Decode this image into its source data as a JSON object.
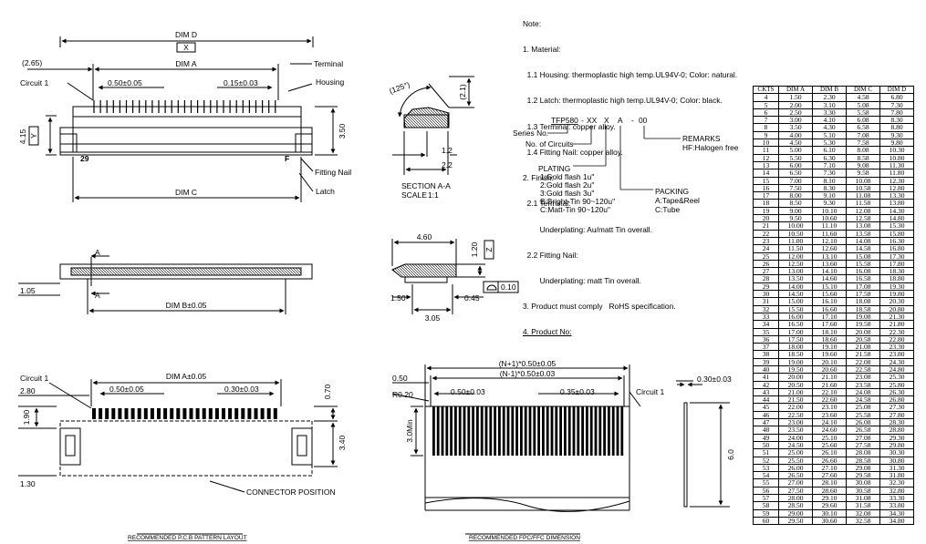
{
  "notes": {
    "lines": [
      "Note:",
      "1. Material:",
      "  1.1 Housing: thermoplastic high temp.UL94V-0; Color: natural.",
      "  1.2 Latch: thermoplastic high temp.UL94V-0; Color: black.",
      "  1.3 Terminal: copper alloy.",
      "  1.4 Fitting Nail: copper alloy.",
      "2. Finish:",
      "  2.1 Terminal:",
      "        Underplating: Au/matt Tin overall.",
      "  2.2 Fitting Nail:",
      "        Underplating: matt Tin overall.",
      "3. Product must comply   RoHS specification.",
      "4. Product No:"
    ]
  },
  "part_number": {
    "prefix": "TFP580",
    "sep1": "-",
    "circuits": "XX",
    "plating": "X",
    "packing": "A",
    "sep2": "-",
    "remarks": "00",
    "series_label": "Series No.",
    "circuits_label": "No. of Circuits",
    "remarks_label": "REMARKS",
    "remarks_value": "HF:Halogen free",
    "plating_title": "PLATING",
    "plating_options": [
      "1:Gold flash 1u\"",
      "2:Gold flash 2u\"",
      "3:Gold flash 3u\"",
      "B:Bright-Tin 90~120u\"",
      "C:Matt-Tin 90~120u\""
    ],
    "packing_title": "PACKING",
    "packing_options": [
      "A:Tape&Reel",
      "C:Tube"
    ]
  },
  "top_view": {
    "dim_d": "DIM D",
    "x_box": "X",
    "dim_a": "DIM A",
    "dim_c": "DIM C",
    "offset": "(2.65)",
    "pitch": "0.50±0.05",
    "tol": "0.15±0.03",
    "height": "3.50",
    "y_box": "Y",
    "y_dim": "4.15",
    "circuit1": "Circuit 1",
    "terminal": "Terminal",
    "housing": "Housing",
    "fitting_nail": "Fitting Nail",
    "latch": "Latch",
    "pin_first": "29",
    "pin_last": "F"
  },
  "section_view": {
    "angle": "(125°)",
    "dim_21": "(2.1)",
    "dim_12": "1.2",
    "dim_22": "2.2",
    "title": "SECTION A-A",
    "scale_label": "SCALE",
    "scale_value": "1:1"
  },
  "front_view": {
    "cut_a": "A",
    "dim_b": "DIM B±0.05",
    "dim_105": "1.05"
  },
  "side_view": {
    "dim_460": "4.60",
    "dim_120": "1.20",
    "z_box": "Z",
    "dim_150": "1.50",
    "dim_305": "3.05",
    "dim_045": "0.45",
    "flat_tol": "0.10"
  },
  "pcb_layout": {
    "circuit1": "Circuit 1",
    "dim_a": "DIM A±0.05",
    "pitch": "0.50±0.05",
    "pad_w": "0.30±0.03",
    "dim_280": "2.80",
    "dim_070": "0.70",
    "dim_190": "1.90",
    "dim_340": "3.40",
    "dim_130": "1.30",
    "connector_position": "CONNECTOR POSITION",
    "caption": "RECOMMENDED P.C.B PATTERN LAYOUT"
  },
  "fpc_view": {
    "n_plus": "(N+1)*0.50±0.05",
    "n_minus": "(N-1)*0.50±0.03",
    "dim_050": "0.50",
    "r_020": "R0.20",
    "pitch": "0.50±0.03",
    "lead_w": "0.35±0.03",
    "circuit1": "Circuit 1",
    "min_len": "3.0Min",
    "thickness": "0.30±0.03",
    "length": "6.0",
    "caption": "RECOMMENDED FPC/FFC DIMENSION"
  },
  "dim_table": {
    "headers": [
      "CKTS",
      "DIM A",
      "DIM B",
      "DIM C",
      "DIM D"
    ],
    "rows": [
      [
        "4",
        "1.50",
        "2.30",
        "4.58",
        "6.80"
      ],
      [
        "5",
        "2.00",
        "3.10",
        "5.08",
        "7.30"
      ],
      [
        "6",
        "2.50",
        "3.30",
        "5.58",
        "7.80"
      ],
      [
        "7",
        "3.00",
        "4.10",
        "6.08",
        "8.30"
      ],
      [
        "8",
        "3.50",
        "4.30",
        "6.58",
        "8.80"
      ],
      [
        "9",
        "4.00",
        "5.10",
        "7.08",
        "9.30"
      ],
      [
        "10",
        "4.50",
        "5.30",
        "7.58",
        "9.80"
      ],
      [
        "11",
        "5.00",
        "6.10",
        "8.08",
        "10.30"
      ],
      [
        "12",
        "5.50",
        "6.30",
        "8.58",
        "10.80"
      ],
      [
        "13",
        "6.00",
        "7.10",
        "9.08",
        "11.30"
      ],
      [
        "14",
        "6.50",
        "7.30",
        "9.58",
        "11.80"
      ],
      [
        "15",
        "7.00",
        "8.10",
        "10.08",
        "12.30"
      ],
      [
        "16",
        "7.50",
        "8.30",
        "10.58",
        "12.80"
      ],
      [
        "17",
        "8.00",
        "9.10",
        "11.08",
        "13.30"
      ],
      [
        "18",
        "8.50",
        "9.30",
        "11.58",
        "13.80"
      ],
      [
        "19",
        "9.00",
        "10.10",
        "12.08",
        "14.30"
      ],
      [
        "20",
        "9.50",
        "10.60",
        "12.58",
        "14.80"
      ],
      [
        "21",
        "10.00",
        "11.10",
        "13.08",
        "15.30"
      ],
      [
        "22",
        "10.50",
        "11.60",
        "13.58",
        "15.80"
      ],
      [
        "23",
        "11.00",
        "12.10",
        "14.08",
        "16.30"
      ],
      [
        "24",
        "11.50",
        "12.60",
        "14.58",
        "16.80"
      ],
      [
        "25",
        "12.00",
        "13.10",
        "15.08",
        "17.30"
      ],
      [
        "26",
        "12.50",
        "13.60",
        "15.58",
        "17.80"
      ],
      [
        "27",
        "13.00",
        "14.10",
        "16.08",
        "18.30"
      ],
      [
        "28",
        "13.50",
        "14.60",
        "16.58",
        "18.80"
      ],
      [
        "29",
        "14.00",
        "15.10",
        "17.08",
        "19.30"
      ],
      [
        "30",
        "14.50",
        "15.60",
        "17.58",
        "19.80"
      ],
      [
        "31",
        "15.00",
        "16.10",
        "18.08",
        "20.30"
      ],
      [
        "32",
        "15.50",
        "16.60",
        "18.58",
        "20.80"
      ],
      [
        "33",
        "16.00",
        "17.10",
        "19.08",
        "21.30"
      ],
      [
        "34",
        "16.50",
        "17.60",
        "19.58",
        "21.80"
      ],
      [
        "35",
        "17.00",
        "18.10",
        "20.08",
        "22.30"
      ],
      [
        "36",
        "17.50",
        "18.60",
        "20.58",
        "22.80"
      ],
      [
        "37",
        "18.00",
        "19.10",
        "21.08",
        "23.30"
      ],
      [
        "38",
        "18.50",
        "19.60",
        "21.58",
        "23.80"
      ],
      [
        "39",
        "19.00",
        "20.10",
        "22.08",
        "24.30"
      ],
      [
        "40",
        "19.50",
        "20.60",
        "22.58",
        "24.80"
      ],
      [
        "41",
        "20.00",
        "21.10",
        "23.08",
        "25.30"
      ],
      [
        "42",
        "20.50",
        "21.60",
        "23.58",
        "25.80"
      ],
      [
        "43",
        "21.00",
        "22.10",
        "24.08",
        "26.30"
      ],
      [
        "44",
        "21.50",
        "22.60",
        "24.58",
        "26.80"
      ],
      [
        "45",
        "22.00",
        "23.10",
        "25.08",
        "27.30"
      ],
      [
        "46",
        "22.50",
        "23.60",
        "25.58",
        "27.80"
      ],
      [
        "47",
        "23.00",
        "24.10",
        "26.08",
        "28.30"
      ],
      [
        "48",
        "23.50",
        "24.60",
        "26.58",
        "28.80"
      ],
      [
        "49",
        "24.00",
        "25.10",
        "27.08",
        "29.30"
      ],
      [
        "50",
        "24.50",
        "25.60",
        "27.58",
        "29.80"
      ],
      [
        "51",
        "25.00",
        "26.10",
        "28.08",
        "30.30"
      ],
      [
        "52",
        "25.50",
        "26.60",
        "28.58",
        "30.80"
      ],
      [
        "53",
        "26.00",
        "27.10",
        "29.08",
        "31.30"
      ],
      [
        "54",
        "26.50",
        "27.60",
        "29.58",
        "31.80"
      ],
      [
        "55",
        "27.00",
        "28.10",
        "30.08",
        "32.30"
      ],
      [
        "56",
        "27.50",
        "28.60",
        "30.58",
        "32.80"
      ],
      [
        "57",
        "28.00",
        "29.10",
        "31.08",
        "33.30"
      ],
      [
        "58",
        "28.50",
        "29.60",
        "31.58",
        "33.80"
      ],
      [
        "59",
        "29.00",
        "30.10",
        "32.08",
        "34.30"
      ],
      [
        "60",
        "29.50",
        "30.60",
        "32.58",
        "34.80"
      ]
    ]
  }
}
